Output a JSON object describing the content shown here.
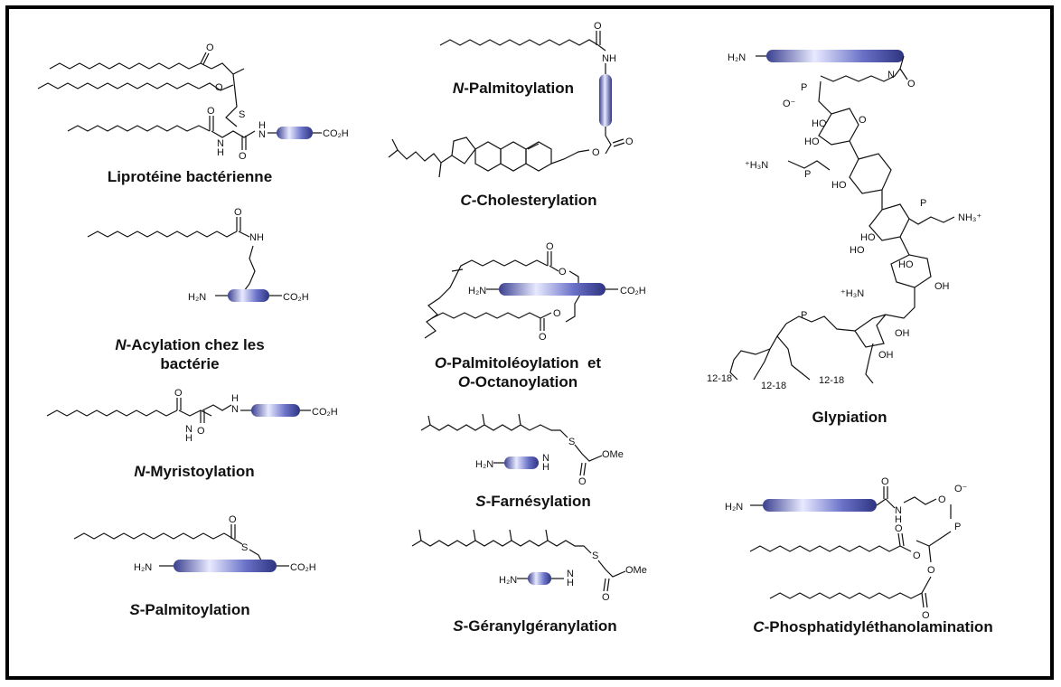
{
  "colors": {
    "peptide": "#4a53b0",
    "peptide_light": "#e8eaff",
    "frame": "#000000",
    "ink": "#111111"
  },
  "labels": {
    "lipoprotein": {
      "prefix": "",
      "rest": "Liprotéine bactérienne"
    },
    "n_acylation_line1": {
      "prefix": "N",
      "rest": "-Acylation chez les"
    },
    "n_acylation_line2": {
      "prefix": "",
      "rest": "bactérie"
    },
    "n_myristoylation": {
      "prefix": "N",
      "rest": "-Myristoylation"
    },
    "s_palmitoylation": {
      "prefix": "S",
      "rest": "-Palmitoylation"
    },
    "n_palmitoylation": {
      "prefix": "N",
      "rest": "-Palmitoylation"
    },
    "c_cholesterylation": {
      "prefix": "C",
      "rest": "-Cholesterylation"
    },
    "o_palmitoleoyl_line1": {
      "prefix": "O",
      "rest": "-Palmitoléoylation  et"
    },
    "o_palmitoleoyl_line2": {
      "prefix": "O",
      "rest": "-Octanoylation"
    },
    "s_farnesylation": {
      "prefix": "S",
      "rest": "-Farnésylation"
    },
    "s_geranylgeranylation": {
      "prefix": "S",
      "rest": "-Géranylgéranylation"
    },
    "glypiation": {
      "prefix": "",
      "rest": "Glypiation"
    },
    "c_phosphatidyl": {
      "prefix": "C",
      "rest": "-Phosphatidyléthanolamination"
    }
  },
  "atoms": {
    "h2n": "H₂N",
    "co2h": "CO₂H",
    "nh": "NH",
    "h": "H",
    "n": "N",
    "s": "S",
    "o": "O",
    "ome": "OMe",
    "p": "P",
    "ho": "HO",
    "oh": "OH",
    "o_minus": "O⁻",
    "nh3_plus": "NH₃⁺",
    "h3n_plus": "⁺H₃N",
    "chain_len": "12-18"
  }
}
